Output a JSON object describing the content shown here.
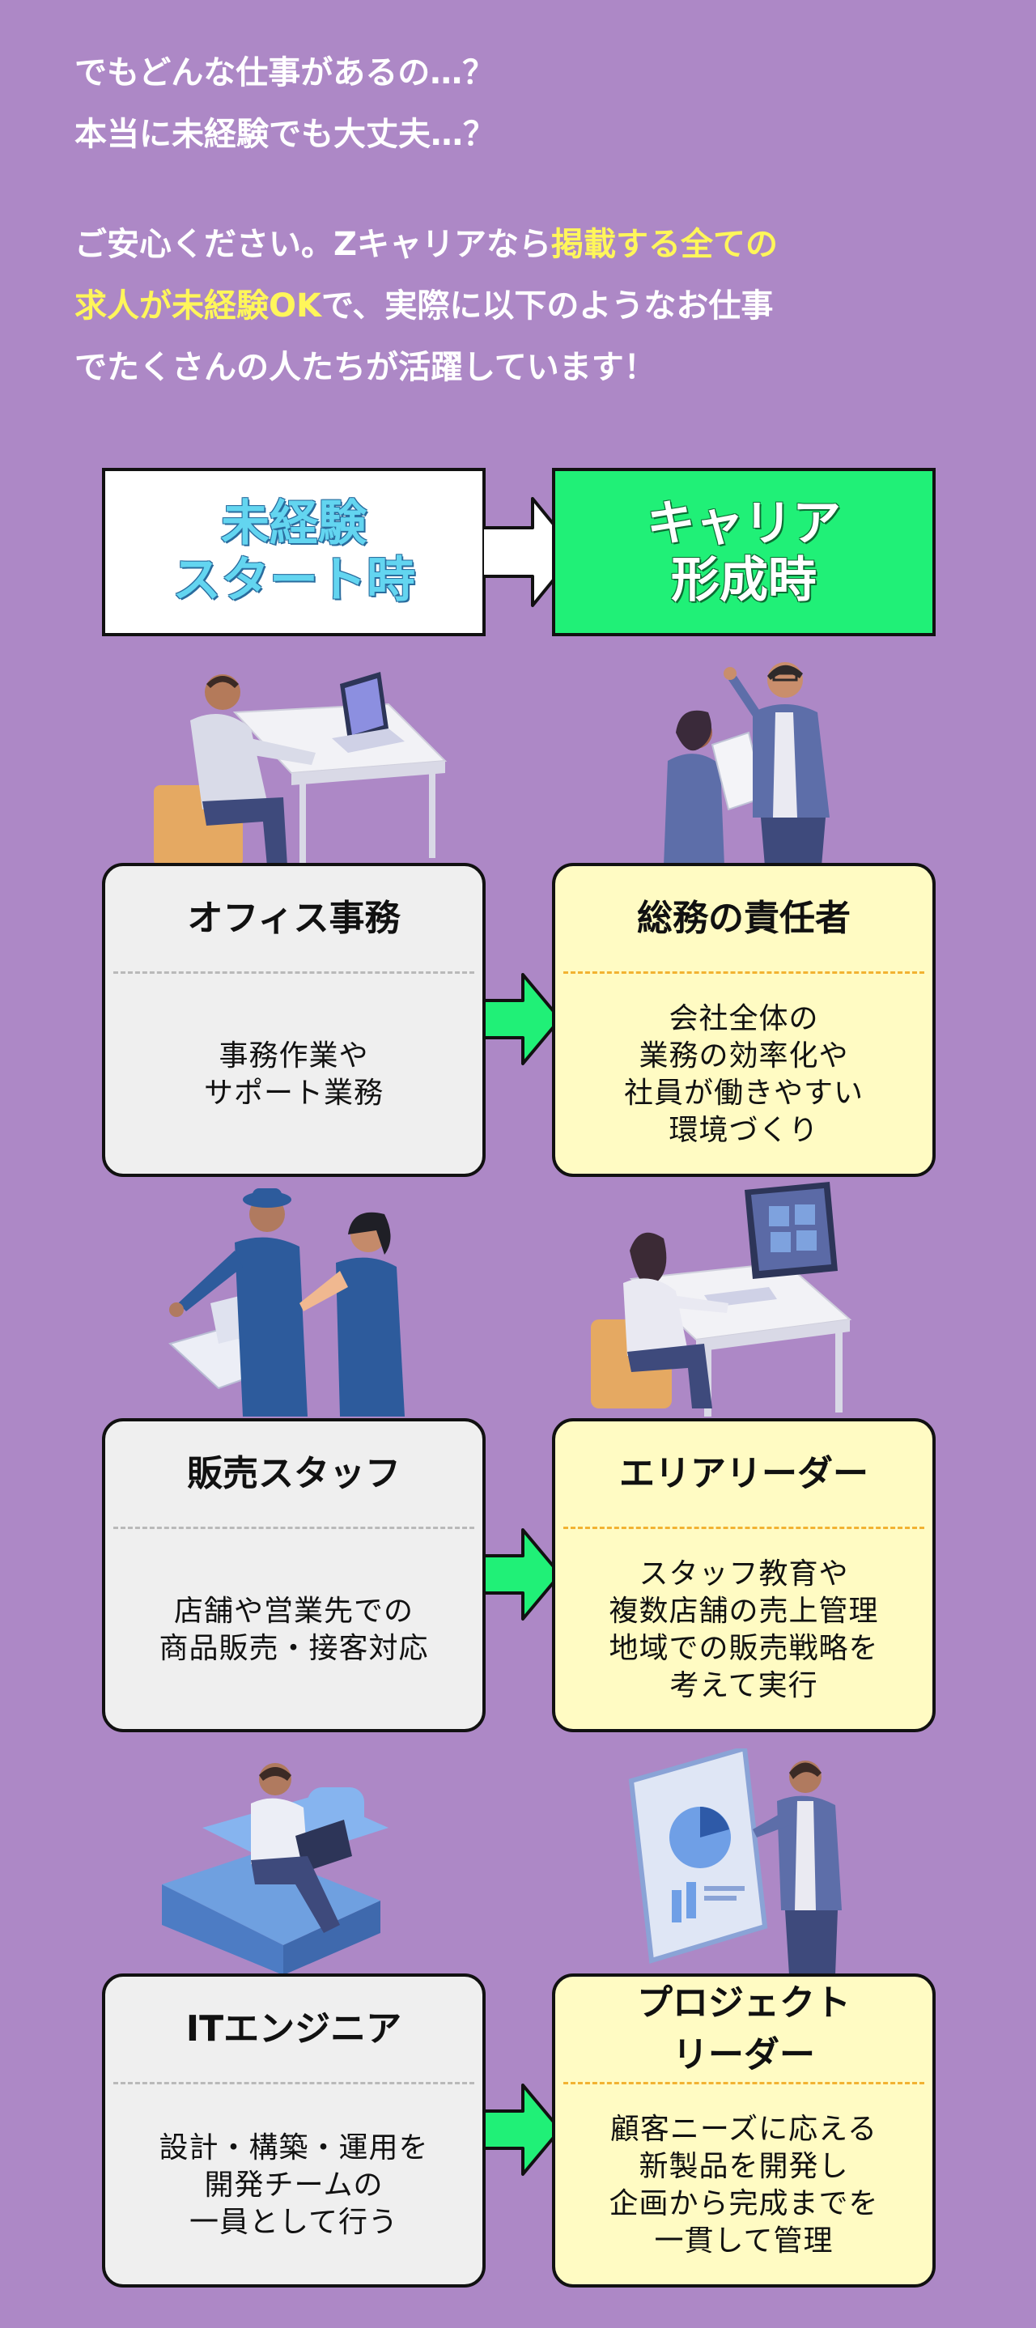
{
  "intro": {
    "question_line1": "でもどんな仕事があるの…？",
    "question_line2": "本当に未経験でも大丈夫…？",
    "answer_part1": "ご安心ください。Zキャリアなら",
    "answer_highlight1": "掲載する全ての",
    "answer_highlight2": "求人が未経験OK",
    "answer_part2": "で、実際に以下のようなお仕事",
    "answer_part3": "でたくさんの人たちが活躍しています！"
  },
  "header": {
    "start_label_line1": "未経験",
    "start_label_line2": "スタート時",
    "career_label_line1": "キャリア",
    "career_label_line2": "形成時"
  },
  "rows": [
    {
      "start": {
        "title": "オフィス事務",
        "desc": "事務作業や\nサポート業務"
      },
      "career": {
        "title": "総務の責任者",
        "desc": "会社全体の\n業務の効率化や\n社員が働きやすい\n環境づくり"
      }
    },
    {
      "start": {
        "title": "販売スタッフ",
        "desc": "店舗や営業先での\n商品販売・接客対応"
      },
      "career": {
        "title": "エリアリーダー",
        "desc": "スタッフ教育や\n複数店舗の売上管理\n地域での販売戦略を\n考えて実行"
      }
    },
    {
      "start": {
        "title": "ITエンジニア",
        "desc": "設計・構築・運用を\n開発チームの\n一員として行う"
      },
      "career": {
        "title_line1": "プロジェクト",
        "title_line2": "リーダー",
        "desc": "顧客ニーズに応える\n新製品を開発し\n企画から完成までを\n一貫して管理"
      }
    }
  ],
  "colors": {
    "background": "#ad88c6",
    "highlight_text": "#fff65a",
    "start_card": "#efefef",
    "career_card": "#fffbc3",
    "arrow_green": "#20f077",
    "career_header": "#20f077",
    "start_header_text": "#63d5f0"
  },
  "illustrations": {
    "row1_start": "office-worker-laptop-illustration",
    "row1_career": "manager-team-meeting-illustration",
    "row2_start": "shop-staff-illustration",
    "row2_career": "woman-desktop-computer-illustration",
    "row3_start": "engineer-sofa-laptop-illustration",
    "row3_career": "presenter-board-chart-illustration"
  }
}
